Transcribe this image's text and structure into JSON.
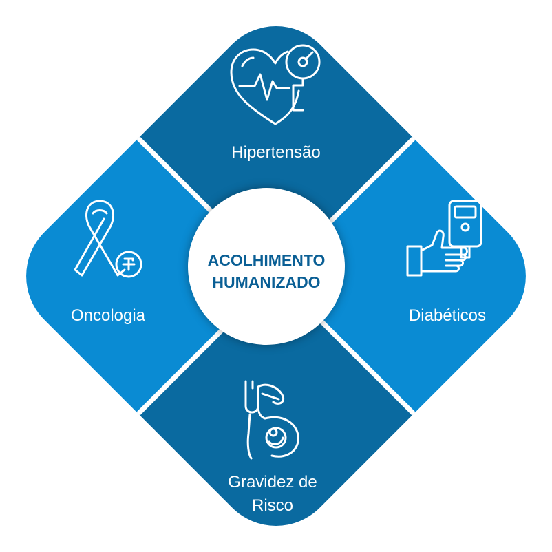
{
  "center": {
    "line1": "ACOLHIMENTO",
    "line2": "HUMANIZADO"
  },
  "segments": {
    "top": {
      "label": "Hipertensão",
      "icon": "heart-pressure-gauge-icon",
      "color": "#0a6aa0"
    },
    "right": {
      "label": "Diabéticos",
      "icon": "glucose-meter-hand-icon",
      "color": "#0a8bd3"
    },
    "bottom": {
      "label_line1": "Gravidez de",
      "label_line2": "Risco",
      "icon": "pregnancy-stethoscope-icon",
      "color": "#0a6aa0"
    },
    "left": {
      "label": "Oncologia",
      "icon": "cancer-ribbon-icon",
      "color": "#0a8bd3"
    }
  },
  "colors": {
    "dark_blue": "#0a6aa0",
    "light_blue": "#0a8bd3",
    "center_text": "#0a5f95",
    "background": "#ffffff"
  }
}
